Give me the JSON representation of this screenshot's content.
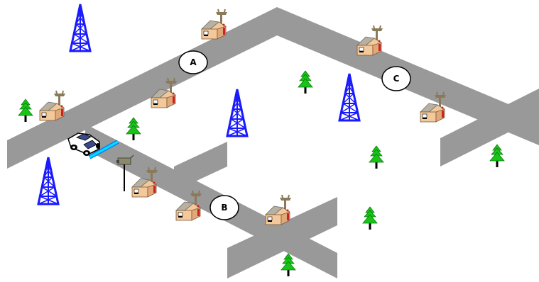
{
  "colors": {
    "road": "#999999",
    "tower": "#1a1aff",
    "tree_green": "#18c418",
    "tree_trunk": "#000000",
    "house_wall": "#f3c89a",
    "house_roof": "#b8b0a0",
    "chimney": "#8a7a5a",
    "sensor_beam": "#00c8ff",
    "car_body": "#ffffff"
  },
  "labels": {
    "a": "A",
    "b": "B",
    "c": "C"
  },
  "icons": {
    "tower": "radio-tower-icon",
    "house": "house-with-antenna-icon",
    "tree": "pine-tree-icon",
    "car": "car-icon",
    "camera": "roadside-camera-icon",
    "sensor": "road-sensor-icon"
  }
}
